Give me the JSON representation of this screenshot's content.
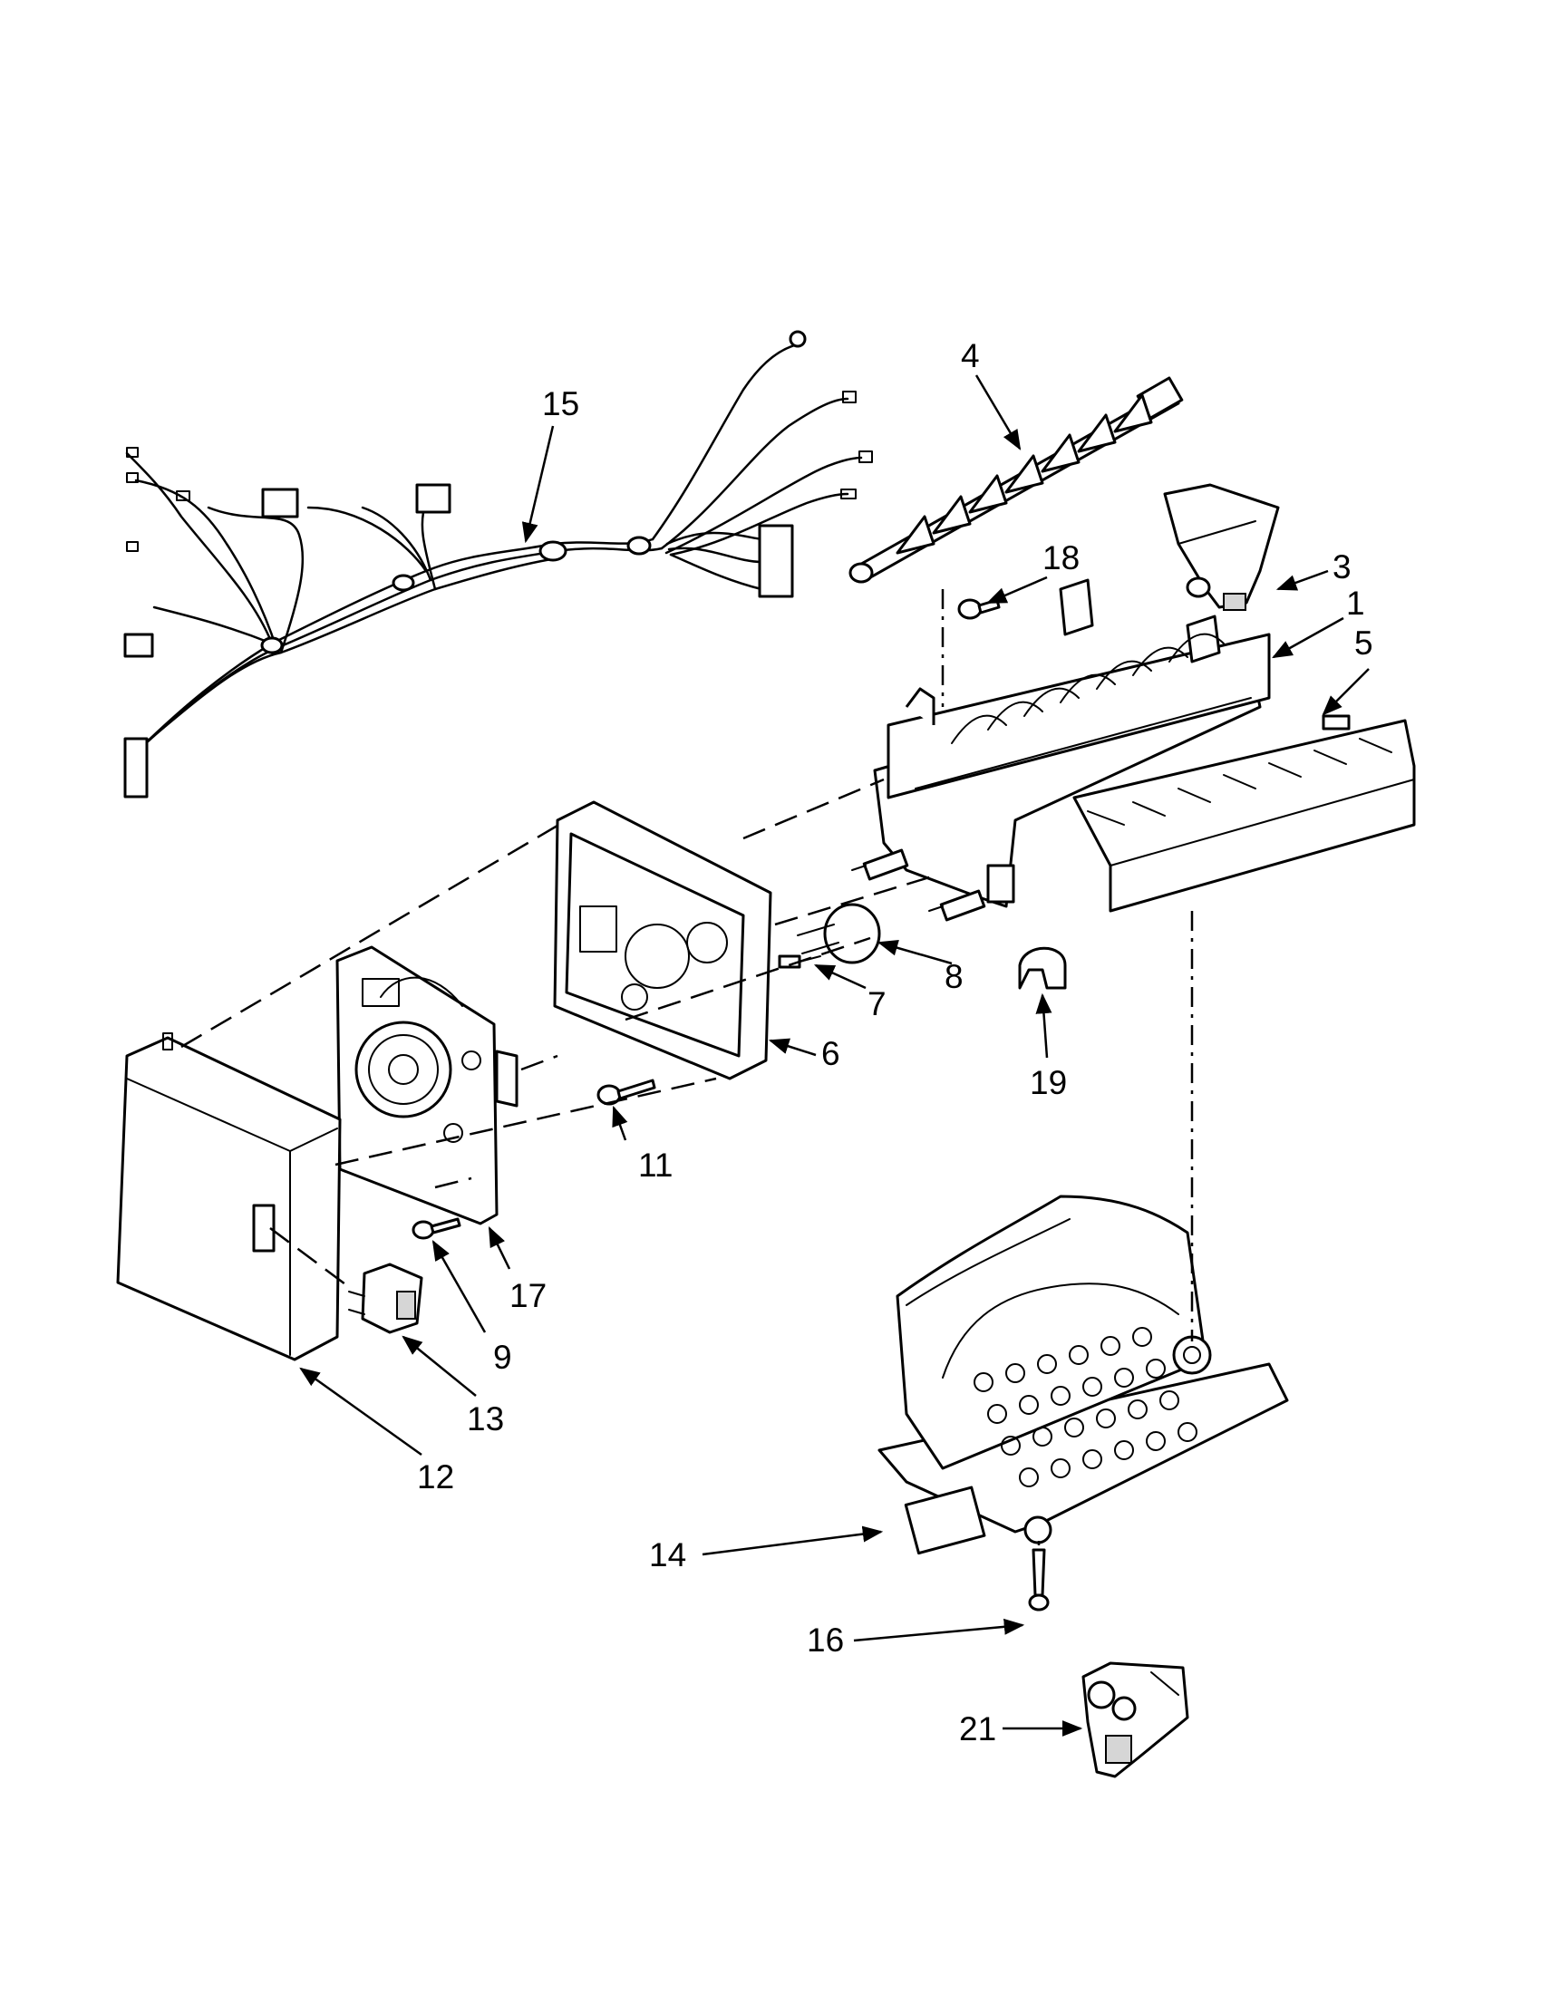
{
  "callouts": {
    "c1": "1",
    "c3": "3",
    "c4": "4",
    "c5": "5",
    "c6": "6",
    "c7": "7",
    "c8": "8",
    "c9": "9",
    "c11": "11",
    "c12": "12",
    "c13": "13",
    "c14": "14",
    "c15": "15",
    "c16": "16",
    "c17": "17",
    "c18": "18",
    "c19": "19",
    "c21": "21"
  },
  "colors": {
    "line": "#000000",
    "fill": "#ffffff",
    "shade": "#d6d6d6"
  }
}
